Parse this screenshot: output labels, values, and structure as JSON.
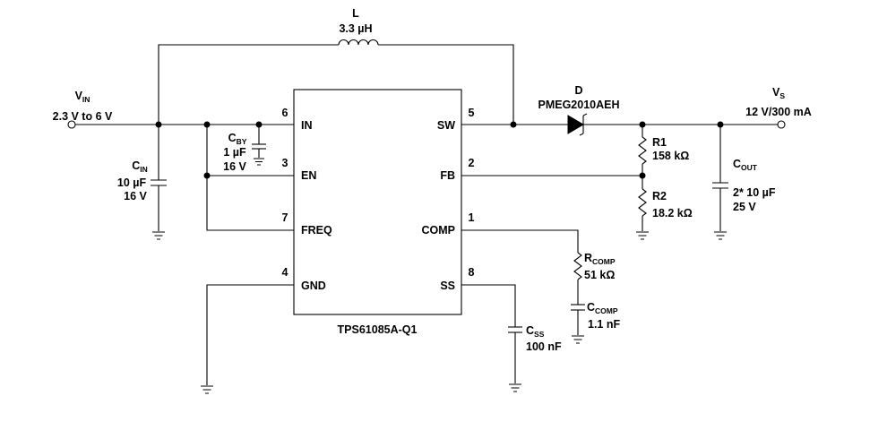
{
  "inductor": {
    "name": "L",
    "value": "3.3 µH"
  },
  "vin": {
    "name": "V",
    "sub": "IN",
    "range": "2.3 V to 6 V"
  },
  "cin": {
    "name": "C",
    "sub": "IN",
    "value": "10 µF",
    "voltage": "16 V"
  },
  "cby": {
    "name": "C",
    "sub": "BY",
    "value": "1 µF",
    "voltage": "16 V"
  },
  "ic": {
    "part": "TPS61085A-Q1",
    "pins": {
      "in": {
        "num": "6",
        "name": "IN"
      },
      "en": {
        "num": "3",
        "name": "EN"
      },
      "freq": {
        "num": "7",
        "name": "FREQ"
      },
      "gnd": {
        "num": "4",
        "name": "GND"
      },
      "sw": {
        "num": "5",
        "name": "SW"
      },
      "fb": {
        "num": "2",
        "name": "FB"
      },
      "comp": {
        "num": "1",
        "name": "COMP"
      },
      "ss": {
        "num": "8",
        "name": "SS"
      }
    }
  },
  "diode": {
    "name": "D",
    "part": "PMEG2010AEH"
  },
  "vs": {
    "name": "V",
    "sub": "S",
    "value": "12 V/300 mA"
  },
  "r1": {
    "name": "R1",
    "value": "158 kΩ"
  },
  "r2": {
    "name": "R2",
    "value": "18.2 kΩ"
  },
  "cout": {
    "name": "C",
    "sub": "OUT",
    "value": "2* 10 µF",
    "voltage": "25 V"
  },
  "rcomp": {
    "name": "R",
    "sub": "COMP",
    "value": "51 kΩ"
  },
  "ccomp": {
    "name": "C",
    "sub": "COMP",
    "value": "1.1 nF"
  },
  "css": {
    "name": "C",
    "sub": "SS",
    "value": "100 nF"
  }
}
